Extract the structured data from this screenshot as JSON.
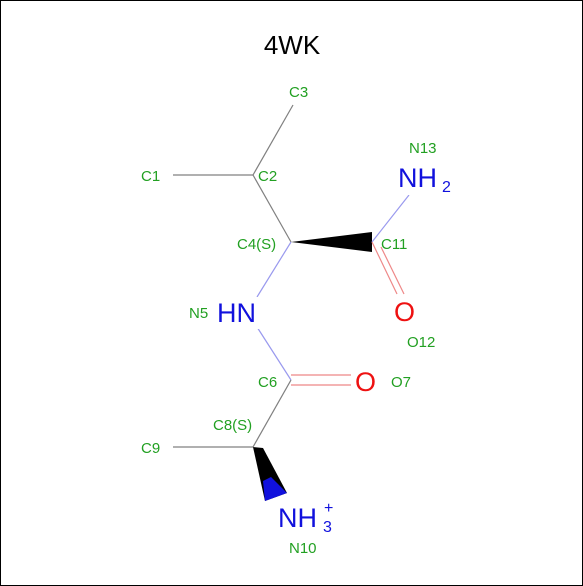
{
  "title": "4WK",
  "colors": {
    "label": "#22a022",
    "nitrogen": "#1111dd",
    "oxygen": "#ee1111",
    "carbon_bond": "#808080",
    "wedge": "#000000",
    "wedge_n": "#1111dd"
  },
  "atoms": {
    "c1": "C1",
    "c2": "C2",
    "c3": "C3",
    "c4": "C4(S)",
    "n5": "N5",
    "c6": "C6",
    "o7": "O7",
    "c8": "C8(S)",
    "c9": "C9",
    "n10": "N10",
    "c11": "C11",
    "o12": "O12",
    "n13": "N13"
  },
  "elements": {
    "n5_symbol": "HN",
    "o7_symbol": "O",
    "o12_symbol": "O",
    "n13_symbol": "NH",
    "n13_sub": "2",
    "n10_symbol": "NH",
    "n10_sub": "3",
    "n10_charge": "+"
  }
}
